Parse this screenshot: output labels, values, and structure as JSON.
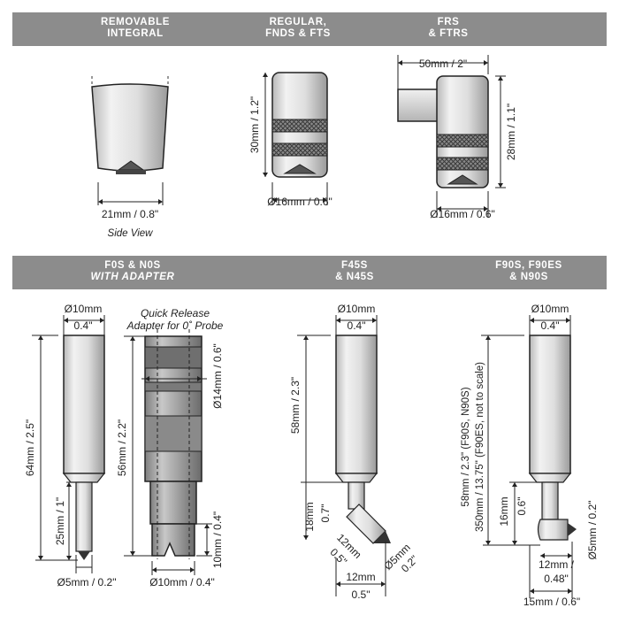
{
  "sections": {
    "top": [
      {
        "line1": "REMOVABLE",
        "line2": "INTEGRAL"
      },
      {
        "line1": "REGULAR,",
        "line2": "FNDS & FTS"
      },
      {
        "line1": "FRS",
        "line2": "& FTRS"
      }
    ],
    "bottom": [
      {
        "line1": "F0S & N0S",
        "line2": "WITH ADAPTER"
      },
      {
        "line1": "F45S",
        "line2": "& N45S"
      },
      {
        "line1": "F90S, F90ES",
        "line2": "& N90S"
      }
    ]
  },
  "removable": {
    "width": "21mm / 0.8\"",
    "caption": "Side View"
  },
  "regular": {
    "height": "30mm / 1.2\"",
    "diameter": "Ø16mm / 0.6\""
  },
  "frs": {
    "length": "50mm / 2\"",
    "height": "28mm / 1.1\"",
    "diameter": "Ø16mm / 0.6\""
  },
  "f0s": {
    "diameter": "Ø10mm",
    "diameter_in": "0.4\"",
    "total": "64mm / 2.5\"",
    "tip_length": "25mm / 1\"",
    "tip": "Ø5mm / 0.2\""
  },
  "adapter": {
    "title1": "Quick Release",
    "title2": "Adapter for 0˚ Probe",
    "length": "56mm / 2.2\"",
    "outer": "Ø14mm / 0.6\"",
    "tip_len": "10mm / 0.4\"",
    "bore": "Ø10mm / 0.4\""
  },
  "f45s": {
    "diameter": "Ø10mm",
    "diameter_in": "0.4\"",
    "body": "58mm / 2.3\"",
    "lower_mm": "18mm",
    "lower_in": "0.7\"",
    "angled_mm": "12mm",
    "angled_in": "0.5\"",
    "tip_mm": "Ø5mm",
    "tip_in": "0.2\"",
    "offset_mm": "12mm",
    "offset_in": "0.5\""
  },
  "f90s": {
    "diameter": "Ø10mm",
    "diameter_in": "0.4\"",
    "len1": "58mm / 2.3\" (F90S, N90S)",
    "len2": "350mm / 13.75\" (F90ES, not to scale)",
    "lower_mm": "16mm",
    "lower_in": "0.6\"",
    "tip": "Ø5mm / 0.2\"",
    "foot_mm": "12mm /",
    "foot_in": "0.48\"",
    "total": "15mm / 0.6\""
  }
}
